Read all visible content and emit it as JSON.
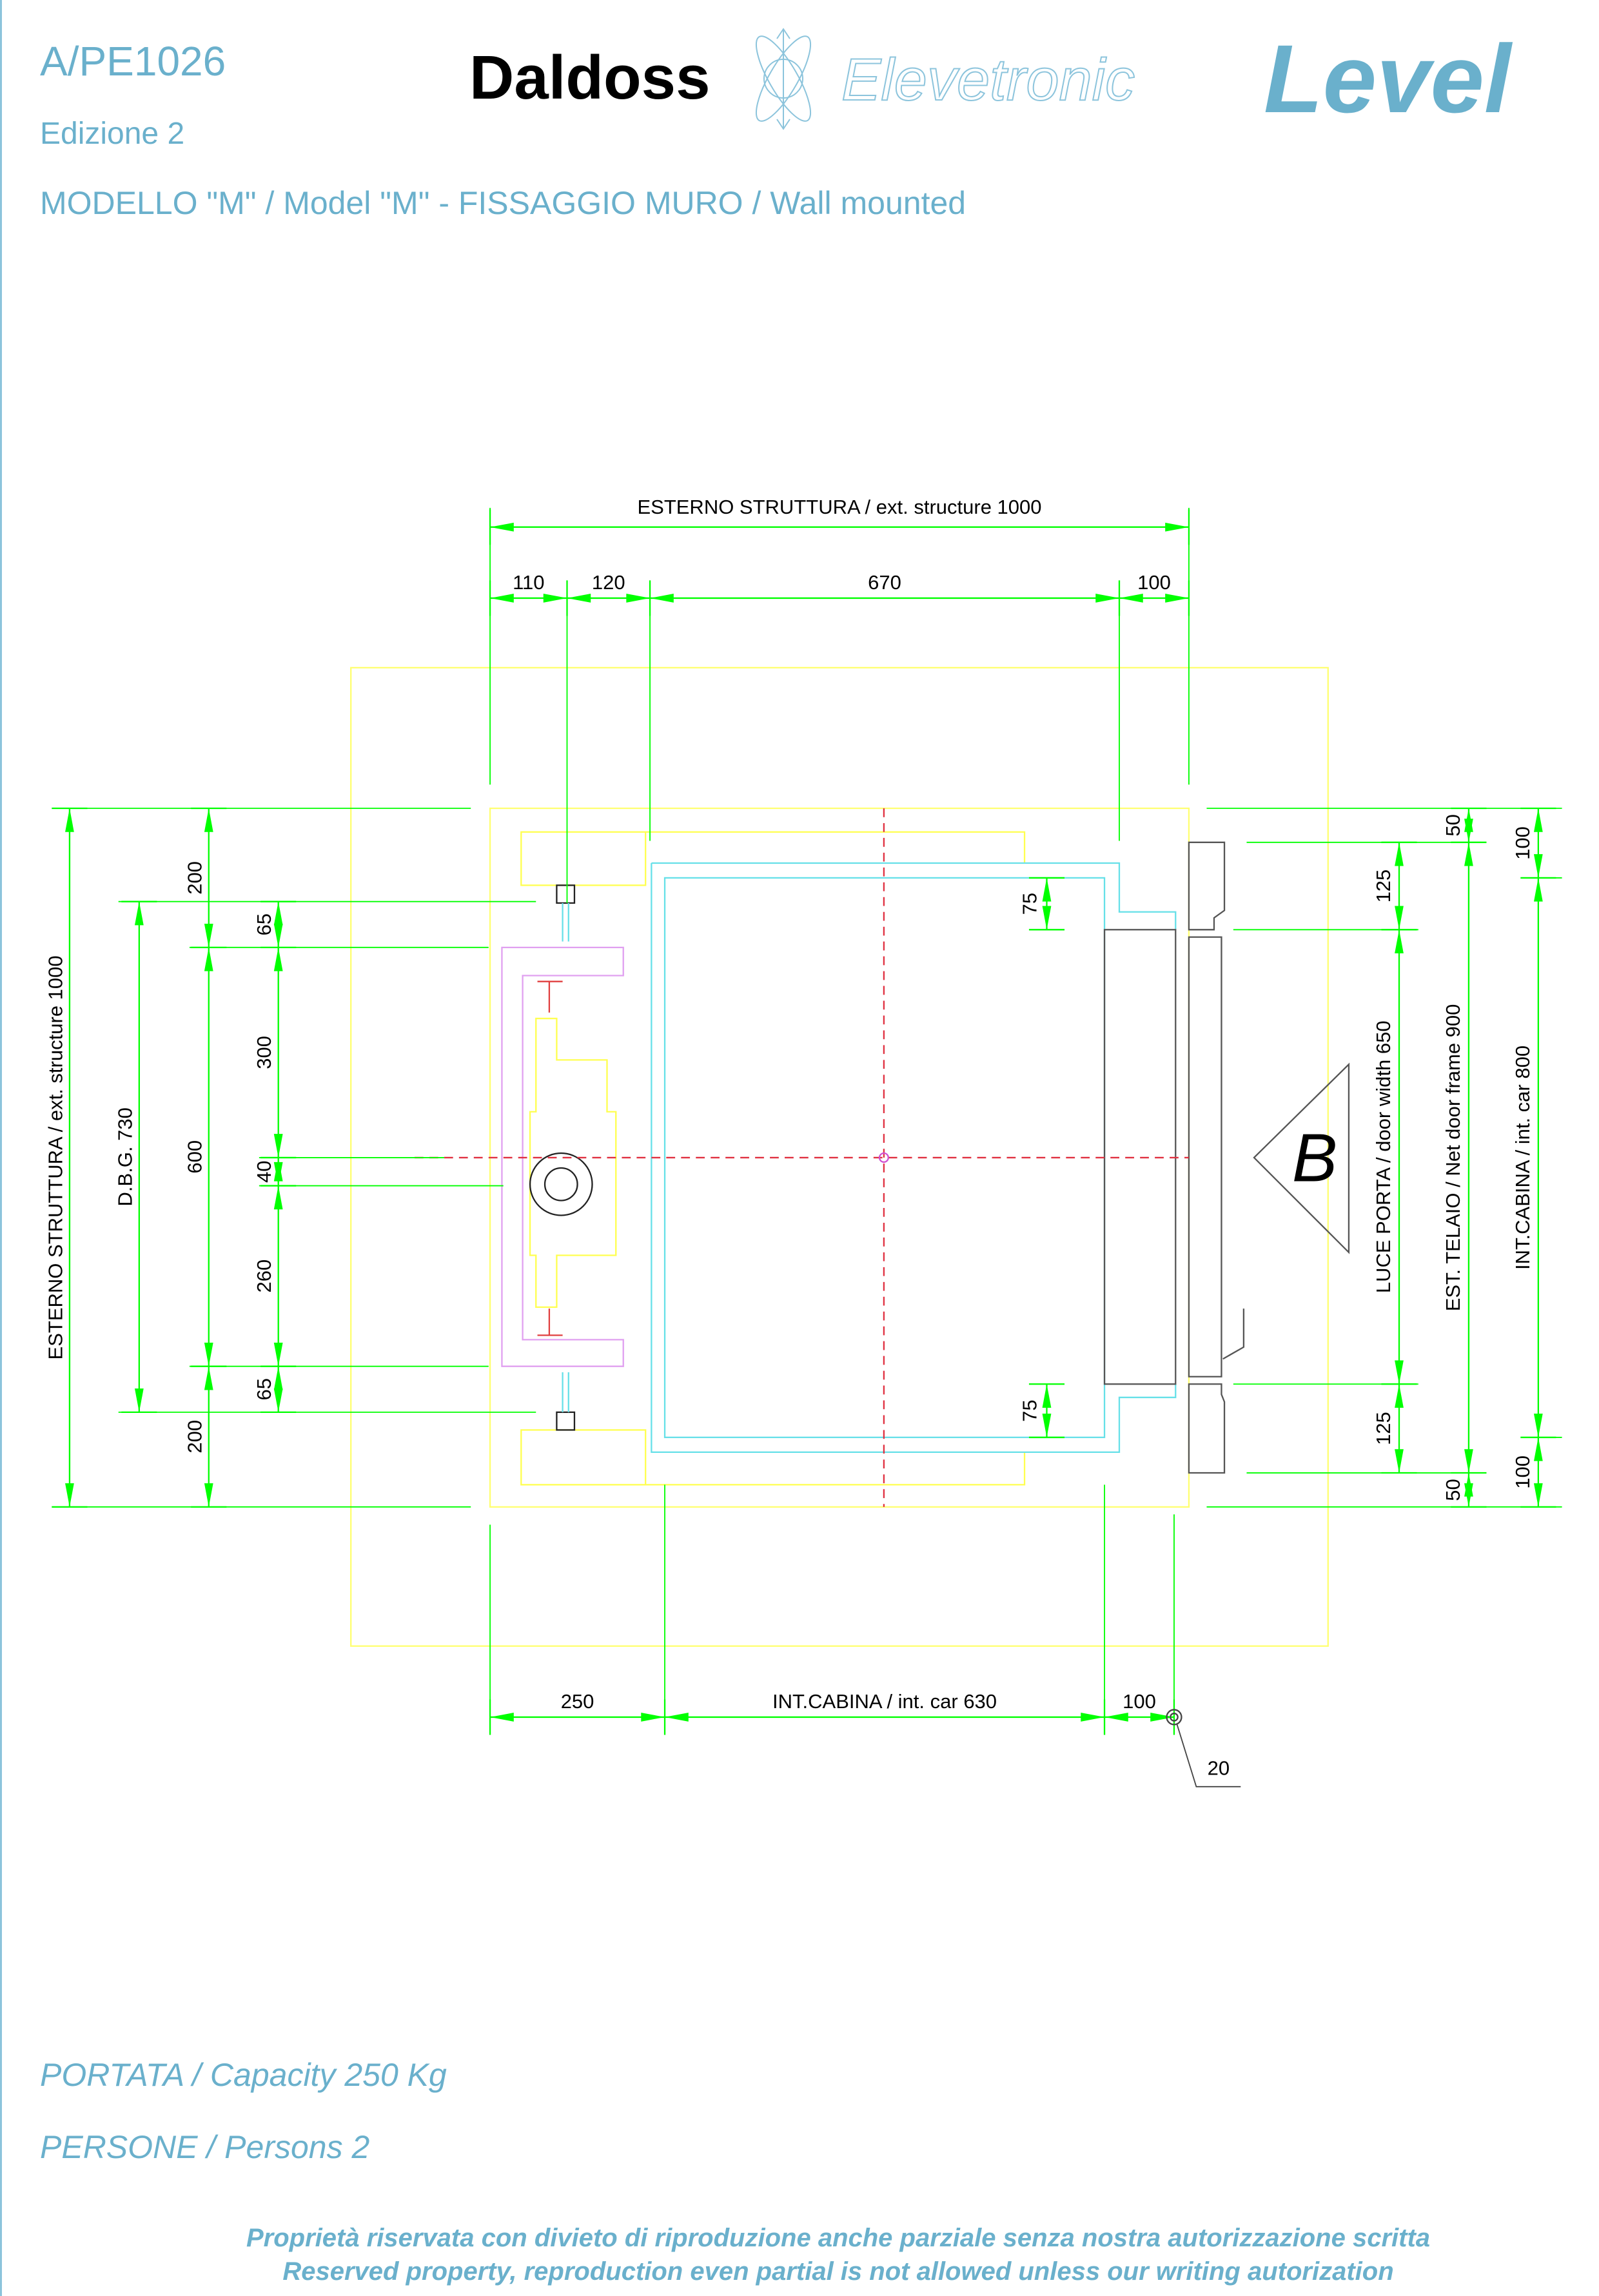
{
  "header": {
    "code": "A/PE1026",
    "edition": "Edizione 2",
    "model": "MODELLO \"M\" / Model \"M\"  - FISSAGGIO MURO / Wall mounted",
    "brand_daldoss": "Daldoss",
    "brand_elevetronic": "Elevetronic",
    "product": "Level"
  },
  "drawing": {
    "top": {
      "ext": "ESTERNO STRUTTURA / ext. structure 1000",
      "d110": "110",
      "d120": "120",
      "d670": "670",
      "d100": "100"
    },
    "left": {
      "ext": "ESTERNO STRUTTURA / ext. structure 1000",
      "dbg": "D.B.G. 730",
      "d200a": "200",
      "d600": "600",
      "d200b": "200",
      "d65a": "65",
      "d300": "300",
      "d40": "40",
      "d260": "260",
      "d65b": "65"
    },
    "inner": {
      "d75a": "75",
      "d75b": "75"
    },
    "right": {
      "d125a": "125",
      "door": "LUCE PORTA / door width 650",
      "d125b": "125",
      "d50a": "50",
      "frame": "EST. TELAIO / Net door frame 900",
      "d50b": "50",
      "d100a": "100",
      "car": "INT.CABINA / int. car 800",
      "d100b": "100"
    },
    "bottom": {
      "d250": "250",
      "car": "INT.CABINA / int. car 630",
      "d100": "100",
      "d20": "20"
    },
    "access_label": "B"
  },
  "footer": {
    "capacity": "PORTATA / Capacity 250 Kg",
    "persons": "PERSONE / Persons 2",
    "notice_it": "Proprietà riservata con divieto di riproduzione anche parziale senza nostra autorizzazione scritta",
    "notice_en": "Reserved property, reproduction even partial is not allowed unless our writing autorization"
  },
  "colors": {
    "accent": "#6ab0cc",
    "dim": "#00ff00",
    "structure": "#ffff66",
    "car": "#66e0e8",
    "axis": "#e03040"
  }
}
